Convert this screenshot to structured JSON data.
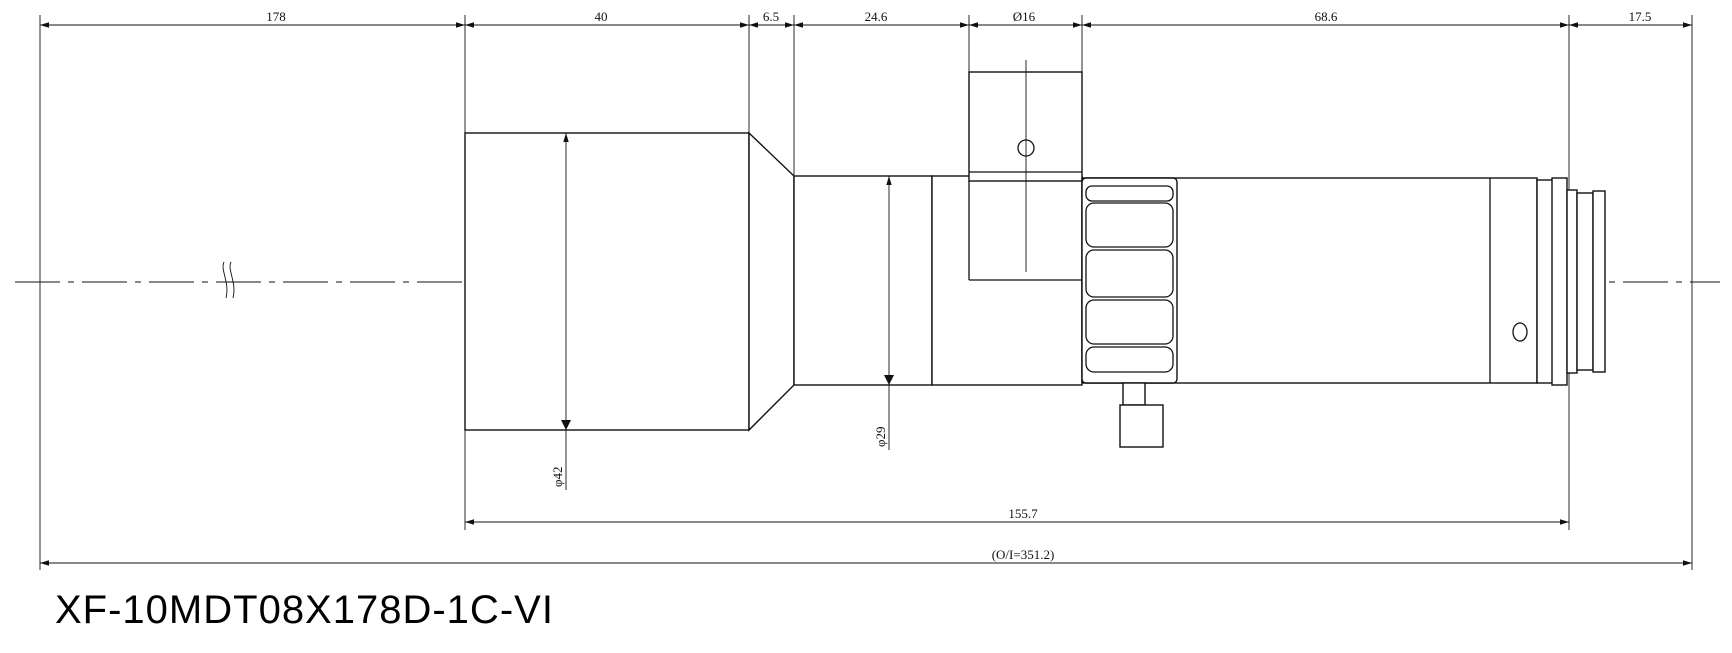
{
  "drawing": {
    "model": "XF-10MDT08X178D-1C-VI",
    "dimensions": {
      "d178": "178",
      "d40": "40",
      "d6_5": "6.5",
      "d24_6": "24.6",
      "d16": "Ø16",
      "d68_6": "68.6",
      "d17_5": "17.5",
      "d155_7": "155.7",
      "total": "(O/I=351.2)"
    },
    "diameters": {
      "dia42": "φ42",
      "dia29": "φ29"
    }
  }
}
